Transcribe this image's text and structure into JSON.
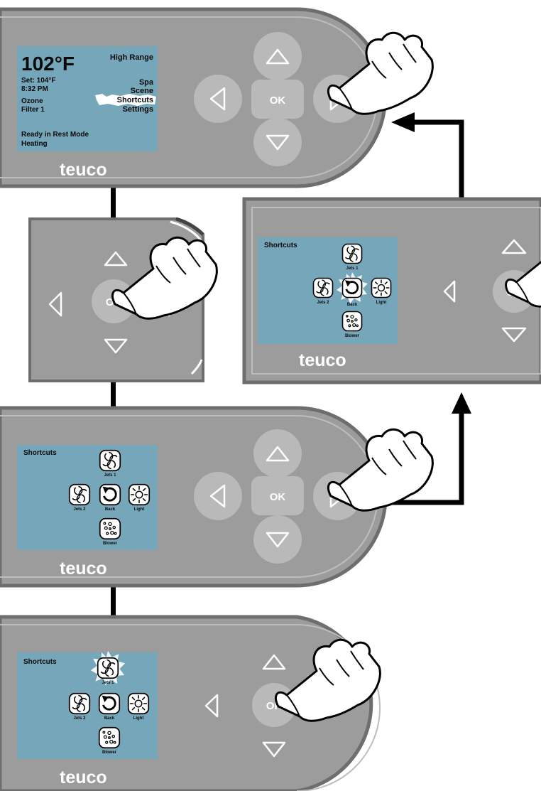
{
  "brand": "teuco",
  "buttons": {
    "ok": "OK"
  },
  "home_screen": {
    "temperature": "102°F",
    "set_temp": "Set: 104°F",
    "time": "8:32 PM",
    "status_1": "Ozone",
    "status_2": "Filter 1",
    "range": "High Range",
    "menu": [
      "Spa",
      "Scene",
      "Shortcuts",
      "Settings"
    ],
    "selected_menu_index": 2,
    "footer_1": "Ready in Rest Mode",
    "footer_2": "Heating"
  },
  "shortcuts_screen": {
    "title": "Shortcuts",
    "items": {
      "top": "Jets 1",
      "left": "Jets 2",
      "center": "Back",
      "right": "Light",
      "bottom": "Blower"
    }
  },
  "colors": {
    "panel": "#9c9c9c",
    "panel_border": "#6e6e6e",
    "lcd": "#76a6b9",
    "button": "#b9b9b9",
    "arrow": "#000000",
    "hand_fill": "#ffffff"
  },
  "icons": [
    "arrow-up-icon",
    "arrow-down-icon",
    "arrow-left-icon",
    "arrow-right-icon",
    "pointing-hand-icon",
    "jets-icon",
    "back-icon",
    "light-icon",
    "blower-icon"
  ]
}
